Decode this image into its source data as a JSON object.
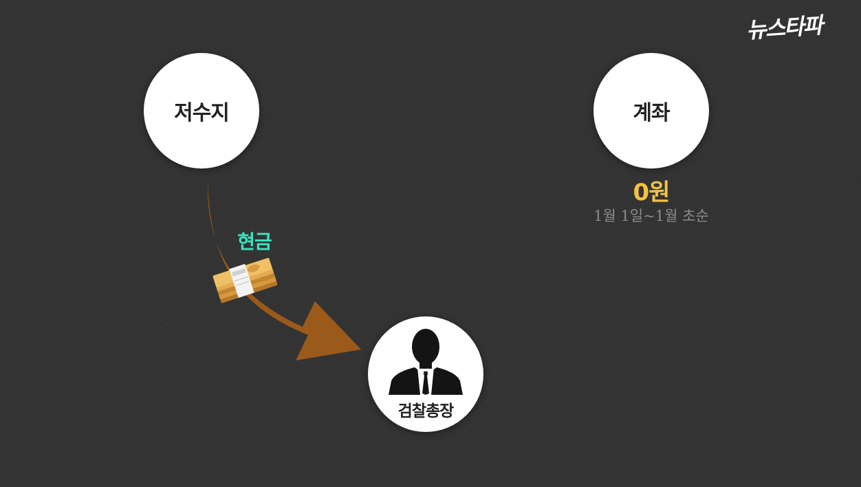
{
  "logo": "뉴스타파",
  "nodes": {
    "reservoir": "저수지",
    "account": "계좌",
    "prosecutor": "검찰총장"
  },
  "account_amount": "0원",
  "account_period": "1월 1일~1월 초순",
  "flow_label": "현금",
  "colors": {
    "background": "#262626",
    "node_fill": "#ffffff",
    "amount": "#f3c242",
    "flow_label": "#3fe0c0",
    "arrow": "#9b5a1a",
    "period_text": "#8c8c8c"
  },
  "icons": [
    "cash-bundle-icon",
    "person-silhouette-icon"
  ]
}
